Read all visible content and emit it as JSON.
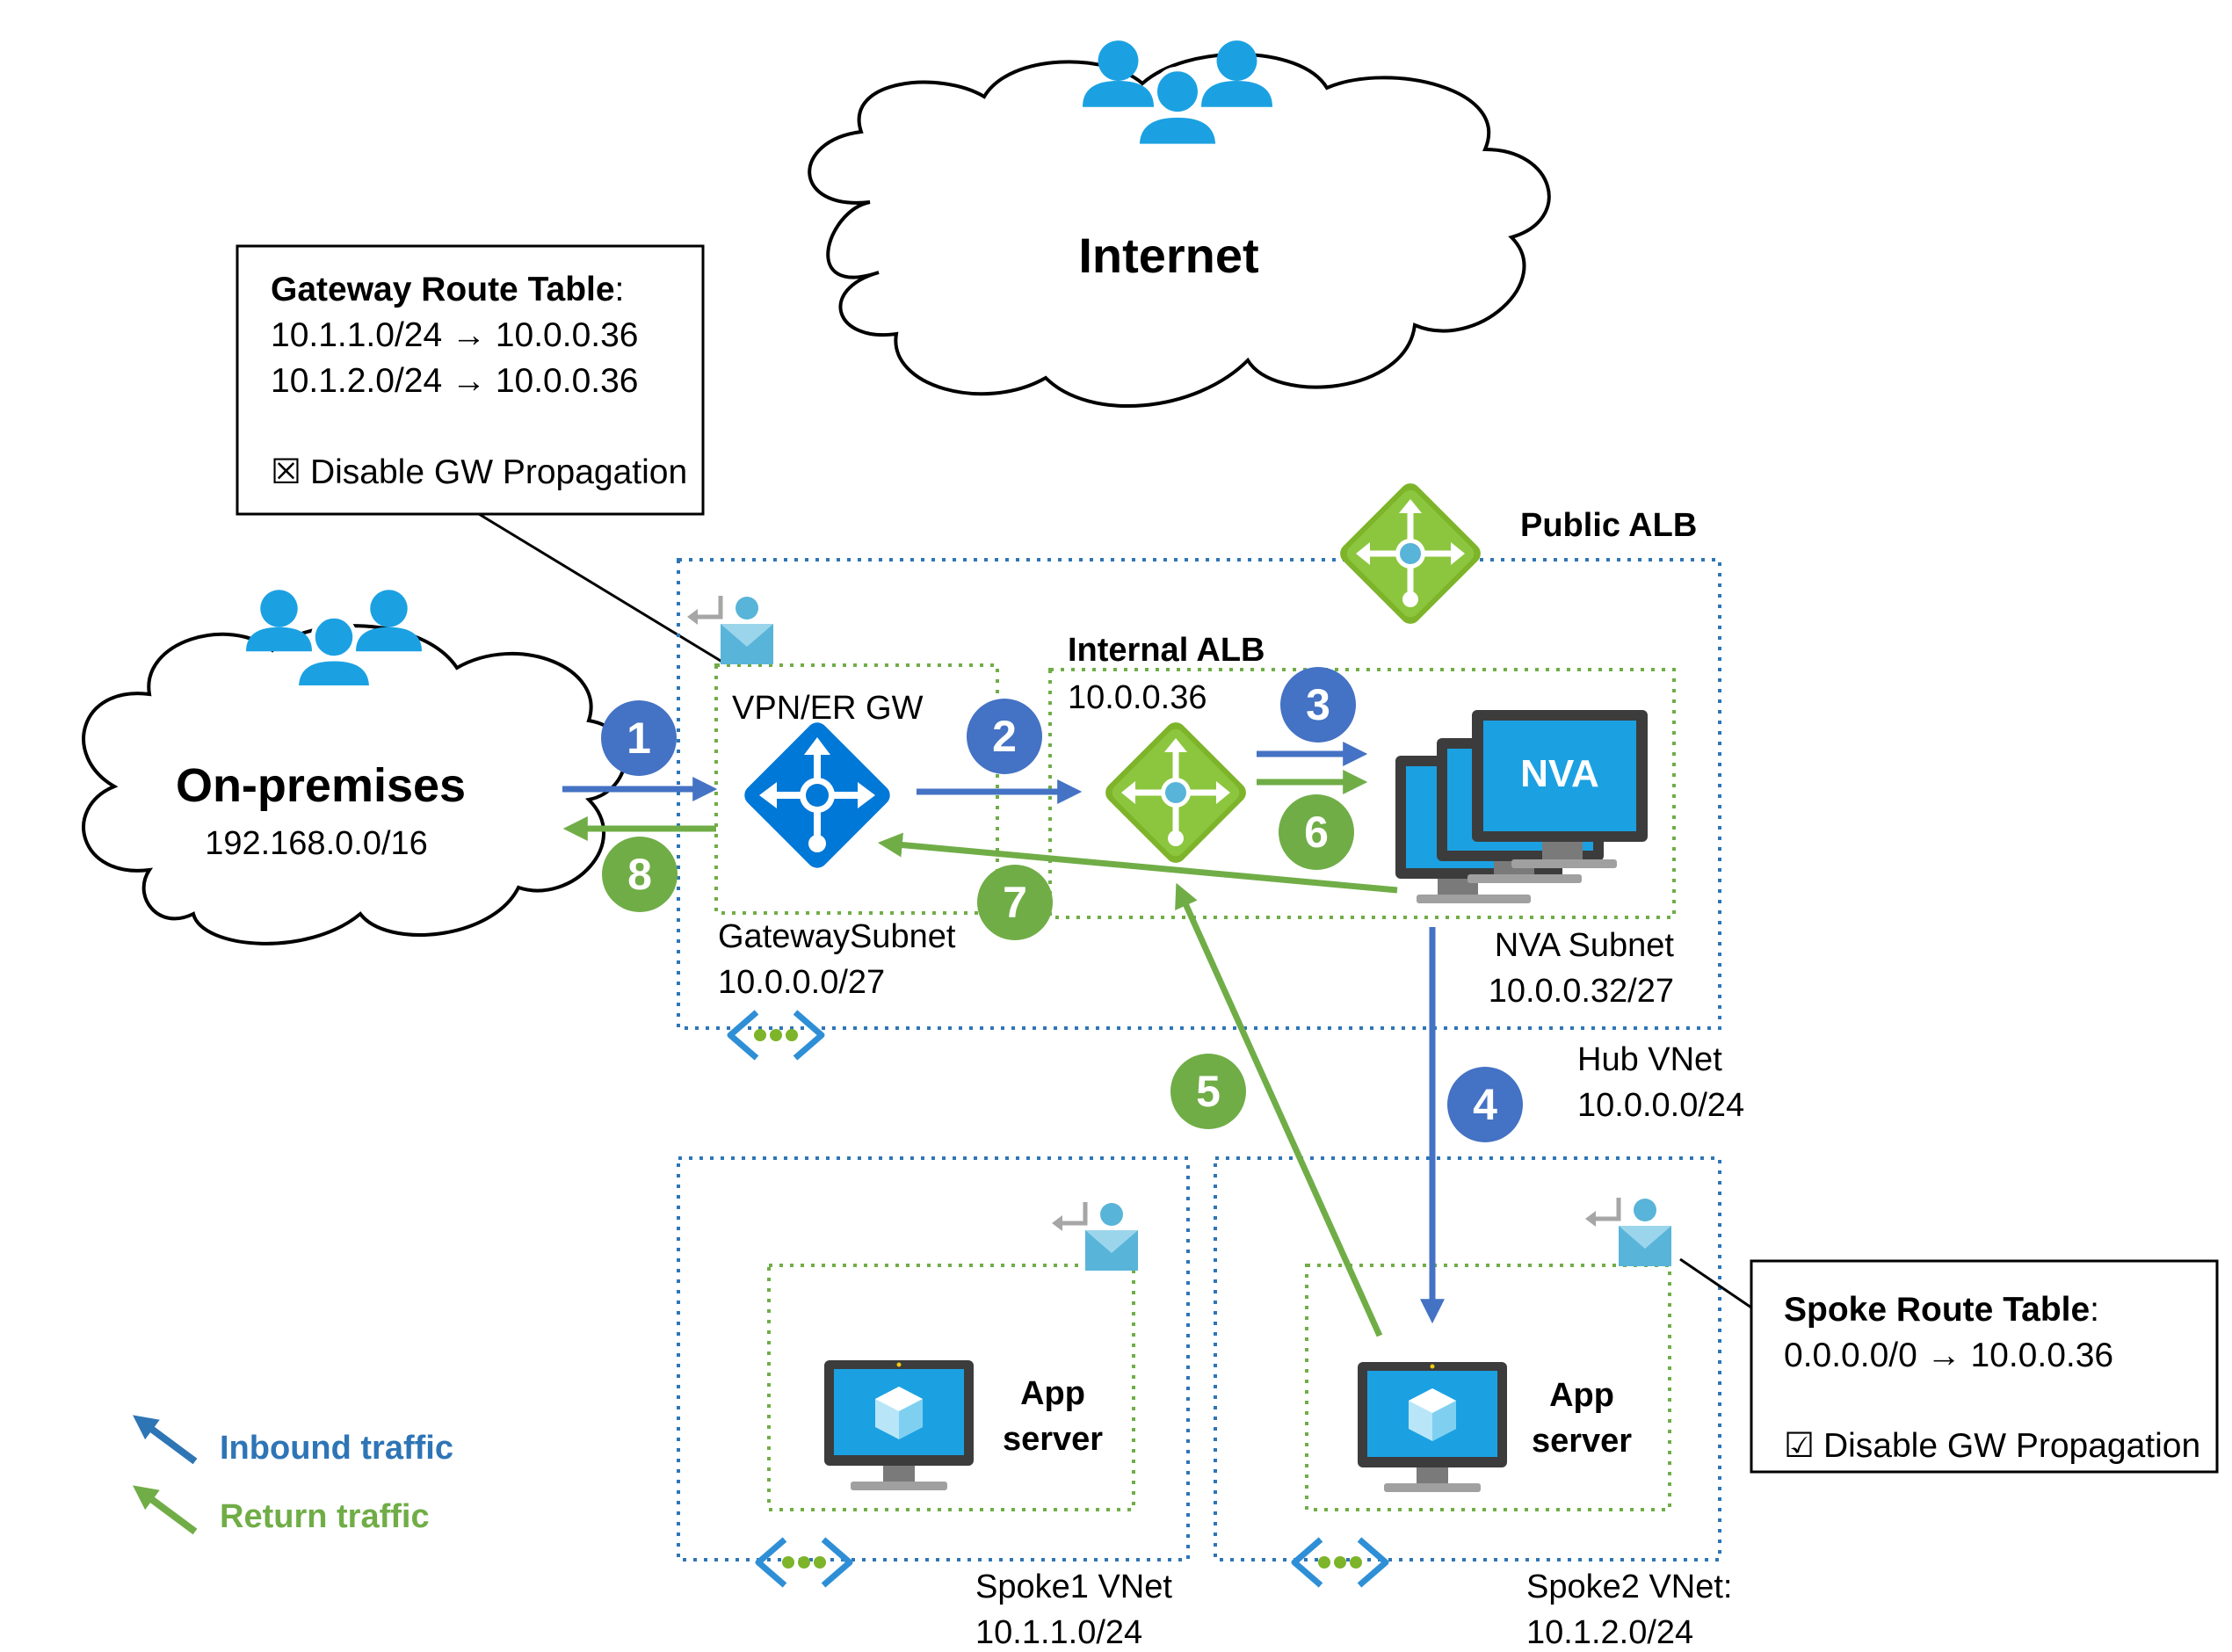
{
  "internet": {
    "label": "Internet"
  },
  "onprem": {
    "title": "On-premises",
    "cidr": "192.168.0.0/16"
  },
  "gateway_route_table": {
    "title": "Gateway Route Table",
    "title_suffix": ":",
    "routes": [
      "10.1.1.0/24 → 10.0.0.36",
      "10.1.2.0/24 → 10.0.0.36"
    ],
    "checkbox_symbol": "☒",
    "option": "Disable GW Propagation"
  },
  "spoke_route_table": {
    "title": "Spoke Route Table",
    "title_suffix": ":",
    "routes": [
      "0.0.0.0/0 → 10.0.0.36"
    ],
    "checkbox_symbol": "☑",
    "option": "Disable GW Propagation"
  },
  "public_alb": {
    "label": "Public ALB"
  },
  "internal_alb": {
    "label": "Internal ALB",
    "ip": "10.0.0.36"
  },
  "vpn_gw": {
    "label": "VPN/ER GW"
  },
  "nva": {
    "label": "NVA"
  },
  "gateway_subnet": {
    "name": "GatewaySubnet",
    "cidr": "10.0.0.0/27"
  },
  "nva_subnet": {
    "name": "NVA Subnet",
    "cidr": "10.0.0.32/27"
  },
  "hub_vnet": {
    "name": "Hub VNet",
    "cidr": "10.0.0.0/24"
  },
  "spoke1_vnet": {
    "name": "Spoke1 VNet",
    "cidr": "10.1.1.0/24"
  },
  "spoke2_vnet": {
    "name": "Spoke2 VNet:",
    "cidr": "10.1.2.0/24"
  },
  "app_server_1": {
    "line1": "App",
    "line2": "server"
  },
  "app_server_2": {
    "line1": "App",
    "line2": "server"
  },
  "steps": {
    "s1": "1",
    "s2": "2",
    "s3": "3",
    "s4": "4",
    "s5": "5",
    "s6": "6",
    "s7": "7",
    "s8": "8"
  },
  "legend": {
    "inbound": "Inbound traffic",
    "return": "Return traffic"
  },
  "colors": {
    "inbound": "#4472C4",
    "inbound_badge": "#4472C4",
    "return": "#70AD47",
    "return_badge": "#70AD47",
    "hub_border": "#2E75B6",
    "subnet_border": "#70AD47",
    "people": "#1BA1E2",
    "legend_inbound": "#2E75B6",
    "legend_return": "#70AD47"
  },
  "icons": {
    "internet_users": "users-icon",
    "onprem_users": "users-icon",
    "vpn_gw": "virtual-network-gateway-icon",
    "alb": "load-balancer-icon",
    "nva": "virtual-machine-icon",
    "app_server": "virtual-machine-icon",
    "route_table": "route-table-icon",
    "vnet": "virtual-network-icon"
  }
}
